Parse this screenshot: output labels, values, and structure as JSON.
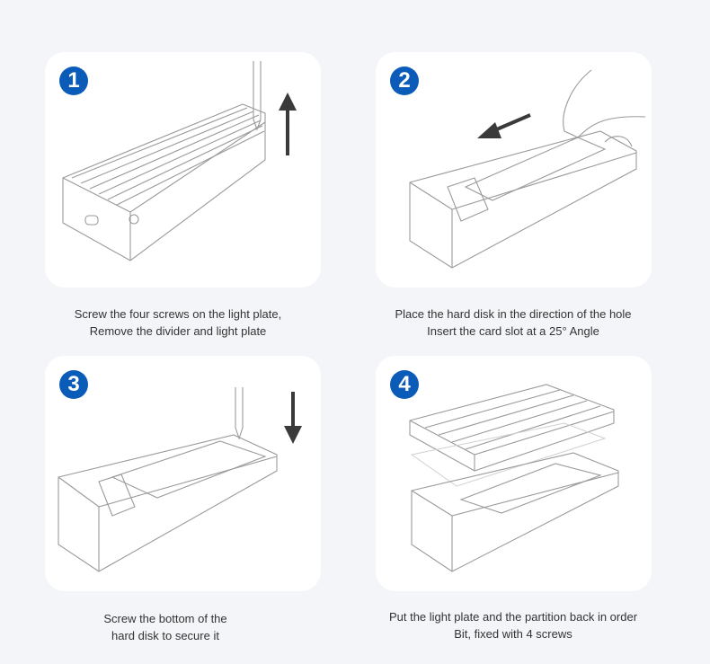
{
  "accent_color": "#0b5cb8",
  "steps": [
    {
      "number": "1",
      "caption_line1": "Screw the four screws on the light plate,",
      "caption_line2": "Remove the divider and light plate"
    },
    {
      "number": "2",
      "caption_line1": "Place the hard disk in the direction of the hole",
      "caption_line2": "Insert the card slot at a 25° Angle"
    },
    {
      "number": "3",
      "caption_line1": "Screw the bottom of the",
      "caption_line2": "hard disk to secure it"
    },
    {
      "number": "4",
      "caption_line1": "Put the light plate and the partition back in order",
      "caption_line2": "Bit, fixed with 4 screws"
    }
  ]
}
